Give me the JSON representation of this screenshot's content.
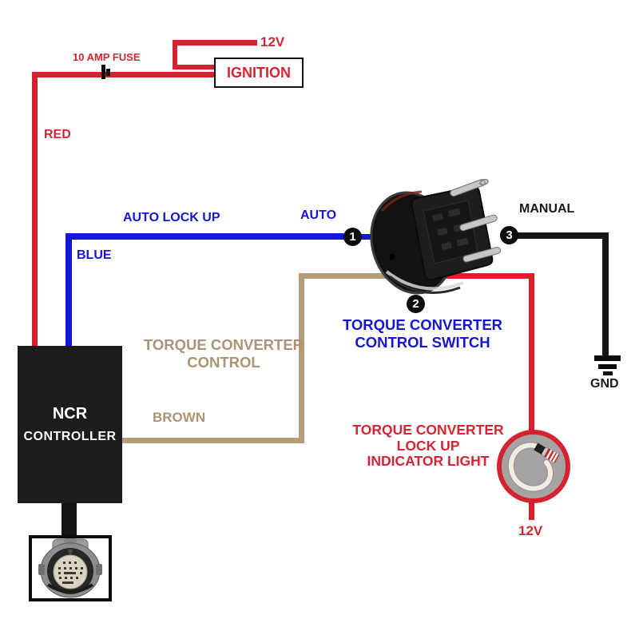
{
  "diagram_title": "NCR torque converter lock-up wiring diagram",
  "power": {
    "twelve_v_top": "12V",
    "fuse_label": "10 AMP FUSE",
    "ignition_label": "IGNITION",
    "red_wire_label": "RED"
  },
  "auto_circuit": {
    "wire_name_label": "AUTO LOCK UP",
    "position_label": "AUTO",
    "blue_wire_label": "BLUE"
  },
  "manual_circuit": {
    "position_label": "MANUAL",
    "ground_label": "GND"
  },
  "switch": {
    "label_line1": "TORQUE CONVERTER",
    "label_line2": "CONTROL SWITCH",
    "terminal_1": "1",
    "terminal_2": "2",
    "terminal_3": "3"
  },
  "controller": {
    "name_line1": "NCR",
    "name_line2": "CONTROLLER"
  },
  "brown_circuit": {
    "label_line1": "TORQUE CONVERTER",
    "label_line2": "CONTROL",
    "wire_label": "BROWN"
  },
  "indicator": {
    "label_line1": "TORQUE CONVERTER",
    "label_line2": "LOCK UP",
    "label_line3": "INDICATOR LIGHT",
    "twelve_v_bottom": "12V"
  },
  "colors": {
    "red": "#d6212f",
    "blue": "#1118d8",
    "brown": "#b49c79",
    "black": "#161616",
    "red-text": "#d32533",
    "blue-text": "#1616cf",
    "tan-text": "#ab9375",
    "grey-fill": "#a6a3a4"
  }
}
